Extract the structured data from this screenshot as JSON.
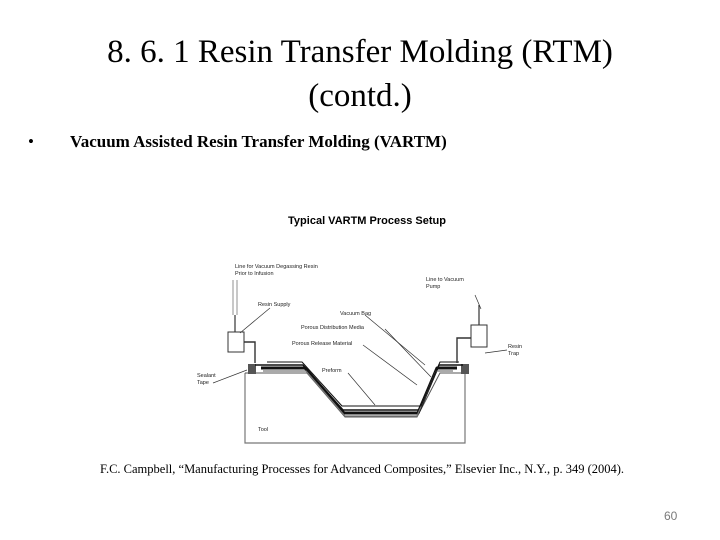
{
  "slide": {
    "title_line1": "8. 6. 1 Resin Transfer Molding (RTM)",
    "title_line2": "(contd.)",
    "bullet_symbol": "•",
    "bullet_text": "Vacuum Assisted Resin Transfer Molding (VARTM)",
    "caption": "F.C. Campbell, “Manufacturing Processes for Advanced Composites,” Elsevier Inc., N.Y., p. 349 (2004).",
    "page_number": "60"
  },
  "figure": {
    "title": "Typical VARTM Process Setup",
    "labels": {
      "line_degassing_1": "Line for Vacuum Degassing Resin",
      "line_degassing_2": "Prior to Infusion",
      "line_pump_1": "Line to Vacuum",
      "line_pump_2": "Pump",
      "resin_supply": "Resin Supply",
      "vacuum_bag": "Vacuum Bag",
      "porous_distribution": "Porous Distribution Media",
      "porous_release": "Porous Release Material",
      "preform": "Preform",
      "sealant_1": "Sealant",
      "sealant_2": "Tape",
      "resin_trap_1": "Resin",
      "resin_trap_2": "Trap",
      "tool": "Tool"
    }
  }
}
